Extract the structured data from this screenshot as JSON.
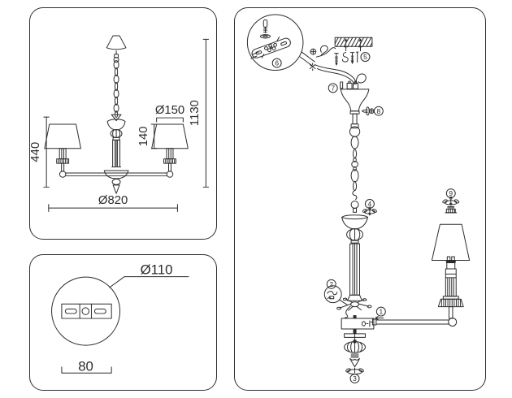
{
  "window": {
    "background": "#ffffff",
    "line_color": "#2b2b2b"
  },
  "front_view": {
    "total_height": "1130",
    "shade_top_diameter": "Ø150",
    "shade_height": "140",
    "body_height": "440",
    "fixture_diameter": "Ø820"
  },
  "mount_detail": {
    "plate_diameter": "Ø110",
    "hole_spacing": "80"
  },
  "assembly": {
    "callouts": [
      "1",
      "2",
      "3",
      "4",
      "5",
      "6",
      "7",
      "8",
      "9"
    ]
  }
}
